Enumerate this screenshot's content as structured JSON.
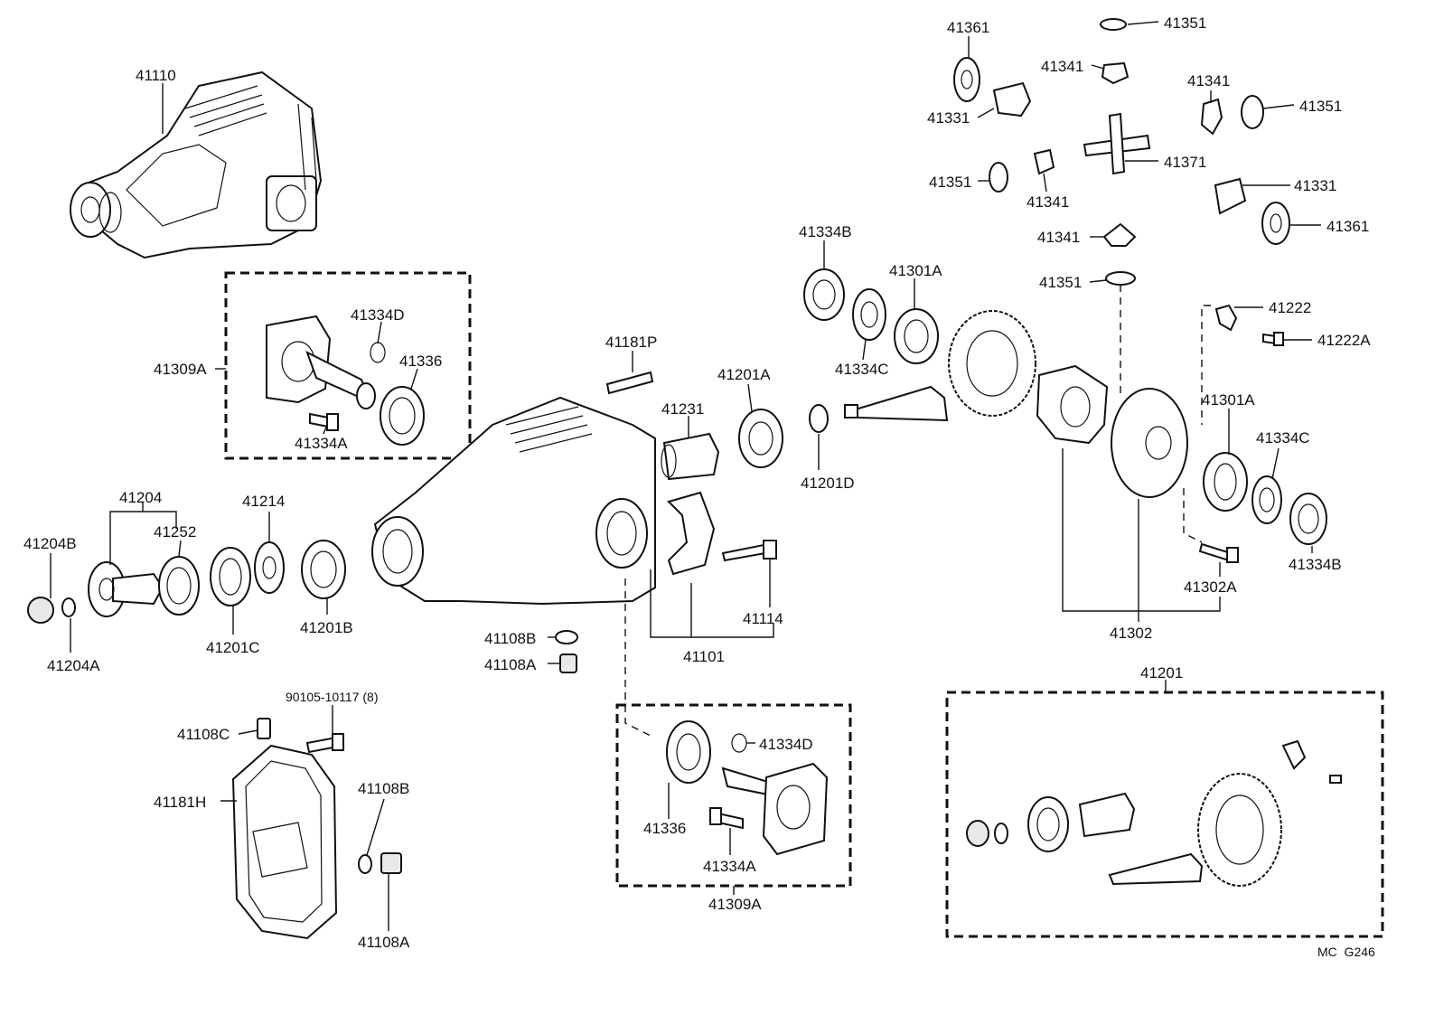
{
  "labels": {
    "p41110": "41110",
    "p41309A_top": "41309A",
    "p41334D_top": "41334D",
    "p41336_top": "41336",
    "p41334A_top": "41334A",
    "p41181P": "41181P",
    "p41231": "41231",
    "p41201A": "41201A",
    "p41201D": "41201D",
    "p41334B_top": "41334B",
    "p41334C_top": "41334C",
    "p41301A_top": "41301A",
    "p41204": "41204",
    "p41252": "41252",
    "p41204B": "41204B",
    "p41204A": "41204A",
    "p41201C": "41201C",
    "p41214": "41214",
    "p41201B": "41201B",
    "p41114": "41114",
    "p41101": "41101",
    "p41108B_mid": "41108B",
    "p41108A_mid": "41108A",
    "p90105": "90105-10117 (8)",
    "p41108C": "41108C",
    "p41181H": "41181H",
    "p41108B_low": "41108B",
    "p41108A_low": "41108A",
    "p41334D_low": "41334D",
    "p41336_low": "41336",
    "p41334A_low": "41334A",
    "p41309A_low": "41309A",
    "p41361_a": "41361",
    "p41351_a": "41351",
    "p41341_a": "41341",
    "p41331_a": "41331",
    "p41341_b": "41341",
    "p41351_b": "41351",
    "p41351_c": "41351",
    "p41341_c": "41341",
    "p41371": "41371",
    "p41331_b": "41331",
    "p41341_d": "41341",
    "p41361_b": "41361",
    "p41351_d": "41351",
    "p41222": "41222",
    "p41222A": "41222A",
    "p41301A_right": "41301A",
    "p41334C_right": "41334C",
    "p41334B_right": "41334B",
    "p41302A": "41302A",
    "p41302": "41302",
    "p41201": "41201",
    "code": "MC  G246"
  }
}
